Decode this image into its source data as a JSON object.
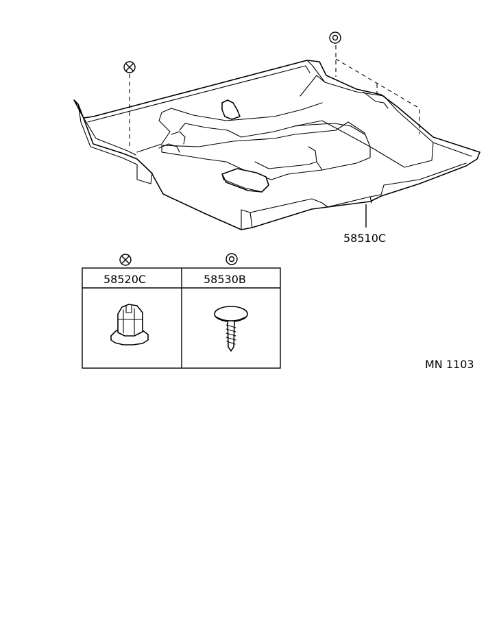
{
  "parts": {
    "main_part_number": "58510C",
    "table": [
      {
        "symbol": "cross-circle",
        "part_number": "58520C",
        "item": "clip-icon"
      },
      {
        "symbol": "double-circle",
        "part_number": "58530B",
        "item": "screw-icon"
      }
    ]
  },
  "drawing_code": "MN 1103"
}
